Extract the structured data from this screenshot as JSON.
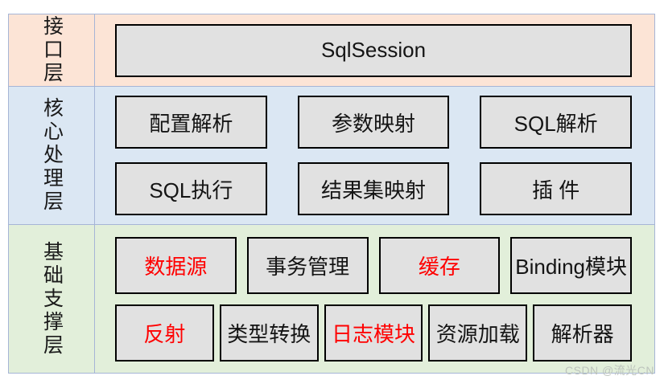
{
  "title": "MyBatis architecture layers diagram",
  "watermark": "CSDN @流光CN",
  "colors": {
    "interface_bg": "#fce4d6",
    "core_bg": "#dbe7f3",
    "foundation_bg": "#e2efda",
    "box_bg": "#e1e1e1",
    "box_border": "#000000",
    "grid_border": "#a6b5d6",
    "highlight_red": "#ff0000"
  },
  "layers": [
    {
      "label": "接口层",
      "rows": [
        [
          {
            "label": "SqlSession",
            "highlight": false
          }
        ]
      ]
    },
    {
      "label": "核心处理层",
      "rows": [
        [
          {
            "label": "配置解析",
            "highlight": false
          },
          {
            "label": "参数映射",
            "highlight": false
          },
          {
            "label": "SQL解析",
            "highlight": false
          }
        ],
        [
          {
            "label": "SQL执行",
            "highlight": false
          },
          {
            "label": "结果集映射",
            "highlight": false
          },
          {
            "label": "插 件",
            "highlight": false
          }
        ]
      ]
    },
    {
      "label": "基础支撑层",
      "rows": [
        [
          {
            "label": "数据源",
            "highlight": true
          },
          {
            "label": "事务管理",
            "highlight": false
          },
          {
            "label": "缓存",
            "highlight": true
          },
          {
            "label": "Binding模块",
            "highlight": false
          }
        ],
        [
          {
            "label": "反射",
            "highlight": true
          },
          {
            "label": "类型转换",
            "highlight": false
          },
          {
            "label": "日志模块",
            "highlight": true
          },
          {
            "label": "资源加载",
            "highlight": false
          },
          {
            "label": "解析器",
            "highlight": false
          }
        ]
      ]
    }
  ]
}
